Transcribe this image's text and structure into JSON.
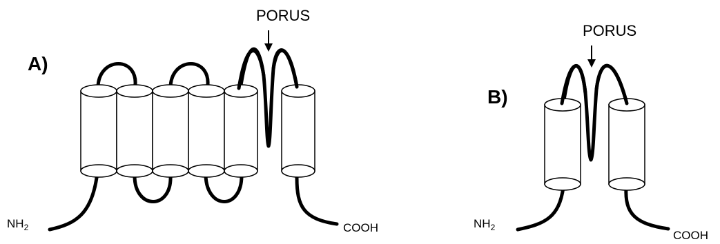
{
  "panels": {
    "a": {
      "label": "A)",
      "porus": "PORUS",
      "n_terminus": "NH",
      "n_terminus_sub": "2",
      "c_terminus": "COOH"
    },
    "b": {
      "label": "B)",
      "porus": "PORUS",
      "n_terminus": "NH",
      "n_terminus_sub": "2",
      "c_terminus": "COOH"
    }
  }
}
